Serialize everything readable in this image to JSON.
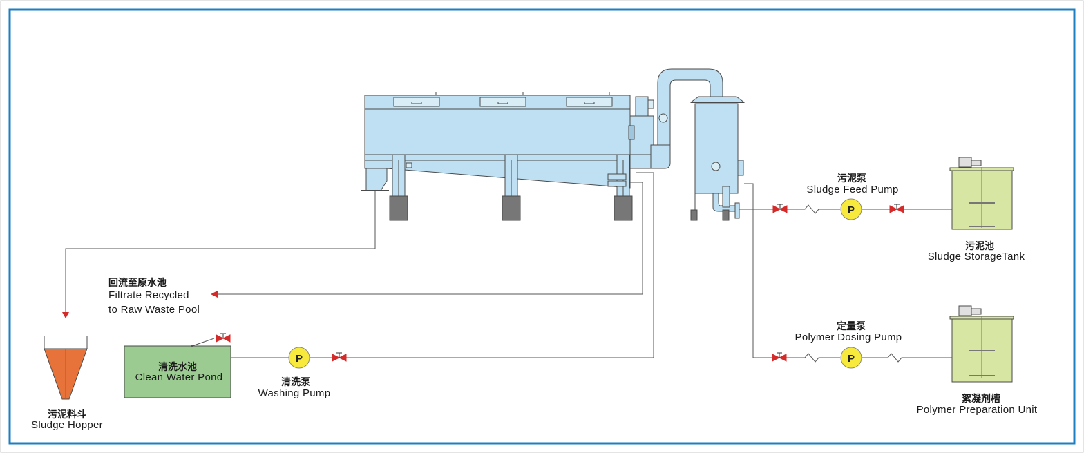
{
  "diagram": {
    "labels": {
      "sludge_hopper": {
        "zh": "污泥料斗",
        "en": "Sludge Hopper"
      },
      "filtrate_recycled": {
        "zh": "回流至原水池",
        "en_line1": "Filtrate Recycled",
        "en_line2": "to Raw Waste Pool"
      },
      "clean_water_pond": {
        "zh": "清洗水池",
        "en": "Clean Water Pond"
      },
      "washing_pump": {
        "zh": "清洗泵",
        "en": "Washing Pump"
      },
      "sludge_feed_pump": {
        "zh": "污泥泵",
        "en": "Sludge Feed Pump"
      },
      "sludge_storage_tank": {
        "zh": "污泥池",
        "en": "Sludge StorageTank"
      },
      "polymer_dosing_pump": {
        "zh": "定量泵",
        "en": "Polymer Dosing Pump"
      },
      "polymer_preparation_unit": {
        "zh": "絮凝剂槽",
        "en": "Polymer Preparation Unit"
      }
    },
    "pump_symbol": "P"
  },
  "colors": {
    "frame_border": "#1e7fc0",
    "machine_fill": "#bfe0f2",
    "machine_stroke": "#4a4a4a",
    "hopper_fill": "#e8733a",
    "pond_fill": "#9ccb92",
    "tank_fill": "#d8e6a4",
    "pump_fill": "#f7ea3c",
    "valve_fill": "#d42a2a",
    "pipe": "#555555",
    "foot": "#777777"
  },
  "icons": [
    "pump-icon",
    "valve-icon",
    "arrow-icon",
    "agitator-icon"
  ]
}
